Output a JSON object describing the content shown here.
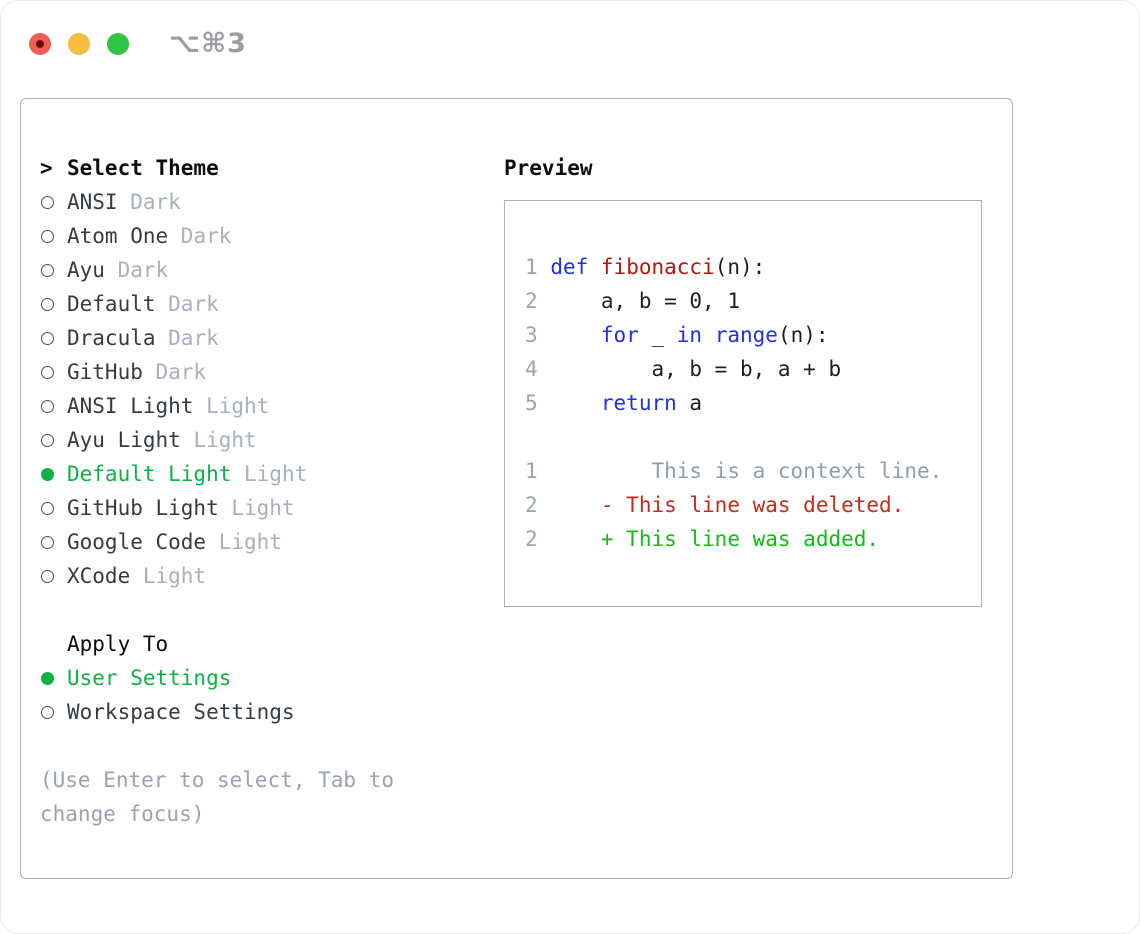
{
  "window": {
    "shortcut": "⌥⌘3"
  },
  "theme_panel": {
    "header": {
      "marker": ">",
      "label": "Select Theme"
    },
    "items": [
      {
        "name": "ANSI",
        "variant": "Dark",
        "selected": false
      },
      {
        "name": "Atom One",
        "variant": "Dark",
        "selected": false
      },
      {
        "name": "Ayu",
        "variant": "Dark",
        "selected": false
      },
      {
        "name": "Default",
        "variant": "Dark",
        "selected": false
      },
      {
        "name": "Dracula",
        "variant": "Dark",
        "selected": false
      },
      {
        "name": "GitHub",
        "variant": "Dark",
        "selected": false
      },
      {
        "name": "ANSI Light",
        "variant": "Light",
        "selected": false
      },
      {
        "name": "Ayu Light",
        "variant": "Light",
        "selected": false
      },
      {
        "name": "Default Light",
        "variant": "Light",
        "selected": true
      },
      {
        "name": "GitHub Light",
        "variant": "Light",
        "selected": false
      },
      {
        "name": "Google Code",
        "variant": "Light",
        "selected": false
      },
      {
        "name": "XCode",
        "variant": "Light",
        "selected": false
      }
    ],
    "apply_to": {
      "label": "Apply To",
      "options": [
        {
          "label": "User Settings",
          "selected": true
        },
        {
          "label": "Workspace Settings",
          "selected": false
        }
      ]
    },
    "hint": "(Use Enter to select, Tab to change focus)"
  },
  "preview": {
    "label": "Preview",
    "lines": [
      {
        "num": "1",
        "segments": [
          {
            "text": "def",
            "cls": "keyword"
          },
          {
            "text": " ",
            "cls": "code"
          },
          {
            "text": "fibonacci",
            "cls": "function"
          },
          {
            "text": "(n):",
            "cls": "code"
          }
        ]
      },
      {
        "num": "2",
        "segments": [
          {
            "text": "    a, b = 0, 1",
            "cls": "code"
          }
        ]
      },
      {
        "num": "3",
        "segments": [
          {
            "text": "    ",
            "cls": "code"
          },
          {
            "text": "for",
            "cls": "keyword"
          },
          {
            "text": " _ ",
            "cls": "code"
          },
          {
            "text": "in",
            "cls": "keyword"
          },
          {
            "text": " ",
            "cls": "code"
          },
          {
            "text": "range",
            "cls": "keyword"
          },
          {
            "text": "(n):",
            "cls": "code"
          }
        ]
      },
      {
        "num": "4",
        "segments": [
          {
            "text": "        a, b = b, a + b",
            "cls": "code"
          }
        ]
      },
      {
        "num": "5",
        "segments": [
          {
            "text": "    ",
            "cls": "code"
          },
          {
            "text": "return",
            "cls": "keyword"
          },
          {
            "text": " a",
            "cls": "code"
          }
        ]
      },
      {
        "blank": true
      },
      {
        "num": "1",
        "segments": [
          {
            "text": "        This is a context line.",
            "cls": "context"
          }
        ]
      },
      {
        "num": "2",
        "segments": [
          {
            "text": "    - This line was deleted.",
            "cls": "deleted"
          }
        ]
      },
      {
        "num": "2",
        "segments": [
          {
            "text": "    + This line was added.",
            "cls": "added"
          }
        ]
      }
    ]
  },
  "colors": {
    "traffic-red": "#ef5f53",
    "traffic-red-dot": "#6a120b",
    "traffic-yellow": "#f6bd40",
    "traffic-green": "#2ec546",
    "border": "#a9b1ba",
    "heading": "#0b0d0f",
    "text": "#343b42",
    "muted": "#a7b0bc",
    "hint": "#98a2b0",
    "accent": "#0db245",
    "radio": "#4b525a",
    "linenum": "#9aa4b0",
    "keyword": "#1e2fe4",
    "function": "#ab1a10",
    "code": "#1c1f22",
    "context": "#949ea8",
    "deleted": "#c12d1d",
    "added": "#0fbc16",
    "shortcut": "#9c9ca1"
  }
}
